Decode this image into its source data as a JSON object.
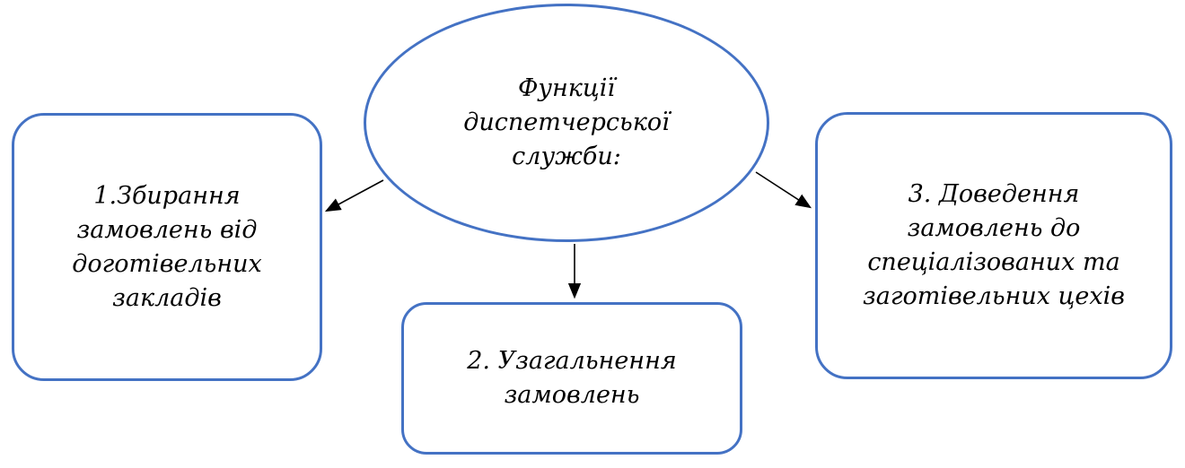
{
  "diagram": {
    "center_node": {
      "label": "Функції\nдиспетчерської\nслужби:"
    },
    "nodes": [
      {
        "id": 1,
        "label": "1.Збирання\nзамовлень від\nдоготівельних\nзакладів"
      },
      {
        "id": 2,
        "label": "2. Узагальнення\nзамовлень"
      },
      {
        "id": 3,
        "label": "3. Доведення\nзамовлень до\nспеціалізованих та\nзаготівельних цехів"
      }
    ],
    "connectors": [
      {
        "from": "center",
        "to": "node-1",
        "direction": "down-left"
      },
      {
        "from": "center",
        "to": "node-2",
        "direction": "down"
      },
      {
        "from": "center",
        "to": "node-3",
        "direction": "down-right"
      }
    ],
    "colors": {
      "shape_border": "#4472C4",
      "shape_fill": "#ffffff",
      "arrow": "#000000",
      "text": "#000000"
    }
  }
}
